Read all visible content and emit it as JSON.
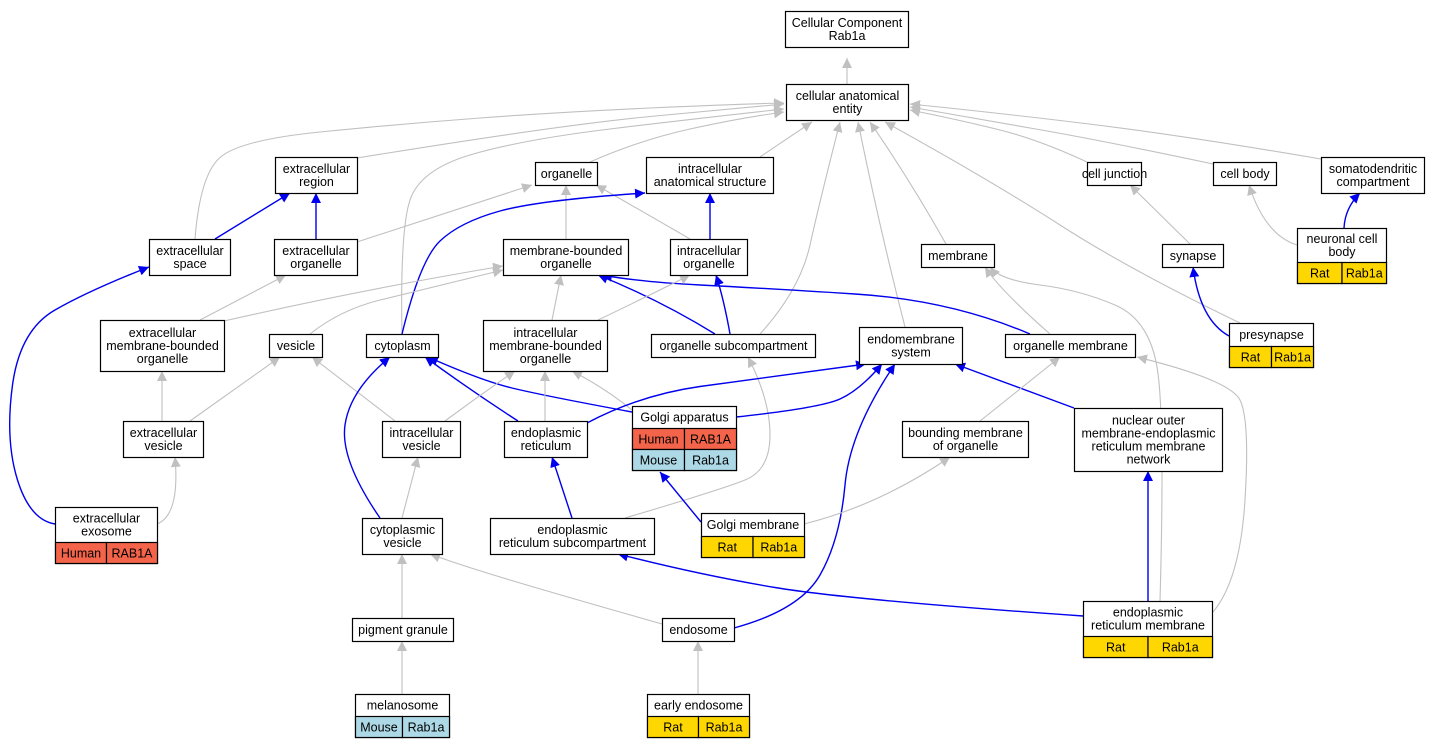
{
  "diagram_title": "Cellular Component Rab1a",
  "colors": {
    "is_a_edge": "#c0c0c0",
    "part_of_edge": "#0000ee",
    "human": "#f4644a",
    "mouse": "#add8e6",
    "rat": "#ffd700",
    "node_border": "#000000",
    "node_fill": "#ffffff"
  },
  "nodes": [
    {
      "id": "root",
      "lines": [
        "Cellular Component",
        "Rab1a"
      ]
    },
    {
      "id": "cae",
      "lines": [
        "cellular anatomical",
        "entity"
      ]
    },
    {
      "id": "extreg",
      "lines": [
        "extracellular",
        "region"
      ]
    },
    {
      "id": "organelle",
      "lines": [
        "organelle"
      ]
    },
    {
      "id": "ias",
      "lines": [
        "intracellular",
        "anatomical structure"
      ]
    },
    {
      "id": "celljunction",
      "lines": [
        "cell junction"
      ]
    },
    {
      "id": "cellbody",
      "lines": [
        "cell body"
      ]
    },
    {
      "id": "somato",
      "lines": [
        "somatodendritic",
        "compartment"
      ]
    },
    {
      "id": "extspace",
      "lines": [
        "extracellular",
        "space"
      ]
    },
    {
      "id": "extorg",
      "lines": [
        "extracellular",
        "organelle"
      ]
    },
    {
      "id": "mbo",
      "lines": [
        "membrane-bounded",
        "organelle"
      ]
    },
    {
      "id": "intorg",
      "lines": [
        "intracellular",
        "organelle"
      ]
    },
    {
      "id": "membrane",
      "lines": [
        "membrane"
      ]
    },
    {
      "id": "synapse",
      "lines": [
        "synapse"
      ]
    },
    {
      "id": "neuronal",
      "lines": [
        "neuronal cell",
        "body"
      ],
      "species": [
        {
          "key": "rat",
          "org": "Rat",
          "gene": "Rab1a"
        }
      ]
    },
    {
      "id": "extmbo",
      "lines": [
        "extracellular",
        "membrane-bounded",
        "organelle"
      ]
    },
    {
      "id": "vesicle",
      "lines": [
        "vesicle"
      ]
    },
    {
      "id": "cytoplasm",
      "lines": [
        "cytoplasm"
      ]
    },
    {
      "id": "intmbo",
      "lines": [
        "intracellular",
        "membrane-bounded",
        "organelle"
      ]
    },
    {
      "id": "orgsub",
      "lines": [
        "organelle subcompartment"
      ]
    },
    {
      "id": "endosys",
      "lines": [
        "endomembrane",
        "system"
      ]
    },
    {
      "id": "orgmem",
      "lines": [
        "organelle membrane"
      ]
    },
    {
      "id": "presynapse",
      "lines": [
        "presynapse"
      ],
      "species": [
        {
          "key": "rat",
          "org": "Rat",
          "gene": "Rab1a"
        }
      ]
    },
    {
      "id": "extves",
      "lines": [
        "extracellular",
        "vesicle"
      ]
    },
    {
      "id": "intves",
      "lines": [
        "intracellular",
        "vesicle"
      ]
    },
    {
      "id": "er",
      "lines": [
        "endoplasmic",
        "reticulum"
      ]
    },
    {
      "id": "golgi",
      "lines": [
        "Golgi apparatus"
      ],
      "species": [
        {
          "key": "human",
          "org": "Human",
          "gene": "RAB1A"
        },
        {
          "key": "mouse",
          "org": "Mouse",
          "gene": "Rab1a"
        }
      ]
    },
    {
      "id": "bmo",
      "lines": [
        "bounding membrane",
        "of organelle"
      ]
    },
    {
      "id": "nuclear",
      "lines": [
        "nuclear outer",
        "membrane-endoplasmic",
        "reticulum membrane",
        "network"
      ]
    },
    {
      "id": "exosome",
      "lines": [
        "extracellular",
        "exosome"
      ],
      "species": [
        {
          "key": "human",
          "org": "Human",
          "gene": "RAB1A"
        }
      ]
    },
    {
      "id": "cytves",
      "lines": [
        "cytoplasmic",
        "vesicle"
      ]
    },
    {
      "id": "ersub",
      "lines": [
        "endoplasmic",
        "reticulum subcompartment"
      ]
    },
    {
      "id": "golgimem",
      "lines": [
        "Golgi membrane"
      ],
      "species": [
        {
          "key": "rat",
          "org": "Rat",
          "gene": "Rab1a"
        }
      ]
    },
    {
      "id": "pigment",
      "lines": [
        "pigment granule"
      ]
    },
    {
      "id": "endosome",
      "lines": [
        "endosome"
      ]
    },
    {
      "id": "ermem",
      "lines": [
        "endoplasmic",
        "reticulum membrane"
      ],
      "species": [
        {
          "key": "rat",
          "org": "Rat",
          "gene": "Rab1a"
        }
      ]
    },
    {
      "id": "melanosome",
      "lines": [
        "melanosome"
      ],
      "species": [
        {
          "key": "mouse",
          "org": "Mouse",
          "gene": "Rab1a"
        }
      ]
    },
    {
      "id": "earlyendo",
      "lines": [
        "early endosome"
      ],
      "species": [
        {
          "key": "rat",
          "org": "Rat",
          "gene": "Rab1a"
        }
      ]
    }
  ],
  "edges": [
    {
      "from": "cae",
      "to": "root",
      "rel": "is_a"
    },
    {
      "from": "extreg",
      "to": "cae",
      "rel": "is_a"
    },
    {
      "from": "organelle",
      "to": "cae",
      "rel": "is_a"
    },
    {
      "from": "ias",
      "to": "cae",
      "rel": "is_a"
    },
    {
      "from": "celljunction",
      "to": "cae",
      "rel": "is_a"
    },
    {
      "from": "cellbody",
      "to": "cae",
      "rel": "is_a"
    },
    {
      "from": "somato",
      "to": "cae",
      "rel": "is_a"
    },
    {
      "from": "extspace",
      "to": "cae",
      "rel": "is_a"
    },
    {
      "from": "cytoplasm",
      "to": "cae",
      "rel": "is_a"
    },
    {
      "from": "orgsub",
      "to": "cae",
      "rel": "is_a"
    },
    {
      "from": "endosys",
      "to": "cae",
      "rel": "is_a"
    },
    {
      "from": "membrane",
      "to": "cae",
      "rel": "is_a"
    },
    {
      "from": "presynapse",
      "to": "cae",
      "rel": "is_a"
    },
    {
      "from": "extspace",
      "to": "extreg",
      "rel": "part_of"
    },
    {
      "from": "extorg",
      "to": "extreg",
      "rel": "part_of"
    },
    {
      "from": "extorg",
      "to": "organelle",
      "rel": "is_a"
    },
    {
      "from": "mbo",
      "to": "organelle",
      "rel": "is_a"
    },
    {
      "from": "intorg",
      "to": "organelle",
      "rel": "is_a"
    },
    {
      "from": "cytoplasm",
      "to": "ias",
      "rel": "part_of"
    },
    {
      "from": "intorg",
      "to": "ias",
      "rel": "part_of"
    },
    {
      "from": "synapse",
      "to": "celljunction",
      "rel": "is_a"
    },
    {
      "from": "neuronal",
      "to": "cellbody",
      "rel": "is_a"
    },
    {
      "from": "neuronal",
      "to": "somato",
      "rel": "part_of"
    },
    {
      "from": "exosome",
      "to": "extspace",
      "rel": "part_of"
    },
    {
      "from": "extmbo",
      "to": "extorg",
      "rel": "is_a"
    },
    {
      "from": "extmbo",
      "to": "mbo",
      "rel": "is_a"
    },
    {
      "from": "vesicle",
      "to": "mbo",
      "rel": "is_a"
    },
    {
      "from": "intmbo",
      "to": "mbo",
      "rel": "is_a"
    },
    {
      "from": "orgsub",
      "to": "mbo",
      "rel": "part_of"
    },
    {
      "from": "orgmem",
      "to": "mbo",
      "rel": "part_of"
    },
    {
      "from": "intmbo",
      "to": "intorg",
      "rel": "is_a"
    },
    {
      "from": "orgsub",
      "to": "intorg",
      "rel": "part_of"
    },
    {
      "from": "orgmem",
      "to": "membrane",
      "rel": "is_a"
    },
    {
      "from": "ermem",
      "to": "membrane",
      "rel": "is_a"
    },
    {
      "from": "presynapse",
      "to": "synapse",
      "rel": "part_of"
    },
    {
      "from": "extves",
      "to": "extmbo",
      "rel": "is_a"
    },
    {
      "from": "extves",
      "to": "vesicle",
      "rel": "is_a"
    },
    {
      "from": "intves",
      "to": "vesicle",
      "rel": "is_a"
    },
    {
      "from": "er",
      "to": "cytoplasm",
      "rel": "part_of"
    },
    {
      "from": "golgi",
      "to": "cytoplasm",
      "rel": "part_of"
    },
    {
      "from": "cytves",
      "to": "cytoplasm",
      "rel": "part_of"
    },
    {
      "from": "intves",
      "to": "intmbo",
      "rel": "is_a"
    },
    {
      "from": "er",
      "to": "intmbo",
      "rel": "is_a"
    },
    {
      "from": "golgi",
      "to": "intmbo",
      "rel": "is_a"
    },
    {
      "from": "ersub",
      "to": "orgsub",
      "rel": "is_a"
    },
    {
      "from": "er",
      "to": "endosys",
      "rel": "part_of"
    },
    {
      "from": "golgi",
      "to": "endosys",
      "rel": "part_of"
    },
    {
      "from": "endosome",
      "to": "endosys",
      "rel": "part_of"
    },
    {
      "from": "nuclear",
      "to": "endosys",
      "rel": "part_of"
    },
    {
      "from": "bmo",
      "to": "orgmem",
      "rel": "is_a"
    },
    {
      "from": "ermem",
      "to": "orgmem",
      "rel": "is_a"
    },
    {
      "from": "exosome",
      "to": "extves",
      "rel": "is_a"
    },
    {
      "from": "cytves",
      "to": "intves",
      "rel": "is_a"
    },
    {
      "from": "ersub",
      "to": "er",
      "rel": "part_of"
    },
    {
      "from": "golgimem",
      "to": "golgi",
      "rel": "part_of"
    },
    {
      "from": "golgimem",
      "to": "bmo",
      "rel": "is_a"
    },
    {
      "from": "ermem",
      "to": "nuclear",
      "rel": "part_of"
    },
    {
      "from": "pigment",
      "to": "cytves",
      "rel": "is_a"
    },
    {
      "from": "endosome",
      "to": "cytves",
      "rel": "is_a"
    },
    {
      "from": "ermem",
      "to": "ersub",
      "rel": "part_of"
    },
    {
      "from": "melanosome",
      "to": "pigment",
      "rel": "is_a"
    },
    {
      "from": "earlyendo",
      "to": "endosome",
      "rel": "is_a"
    }
  ]
}
